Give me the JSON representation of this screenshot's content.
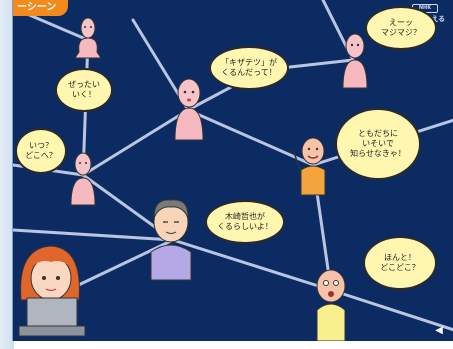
{
  "scene": {
    "title_tag": "ーシーン",
    "logo_text": "NHK 見えるテル",
    "logo_badge": "NHK",
    "colors": {
      "background": "#0d2b63",
      "bubble": "#fff7b0",
      "link_line": "#b8c6e0",
      "tag": "#f28a1c"
    }
  },
  "bubbles": [
    {
      "id": "b1",
      "text": "ぜったい\nいく！"
    },
    {
      "id": "b2",
      "text": "「キザテツ」が\nくるんだって！"
    },
    {
      "id": "b3",
      "text": "えーッ\nマジマジ？"
    },
    {
      "id": "b4",
      "text": "いつ？\nどこへ？"
    },
    {
      "id": "b5",
      "text": "ともだちに\nいそいで\n知らせなきゃ！"
    },
    {
      "id": "b6",
      "text": "木崎哲也が\nくるらしいよ！"
    },
    {
      "id": "b7",
      "text": "ほんと！\nどこどこ？"
    }
  ],
  "icons": {
    "speaker": "speaker-icon",
    "computer": "laptop-icon"
  }
}
